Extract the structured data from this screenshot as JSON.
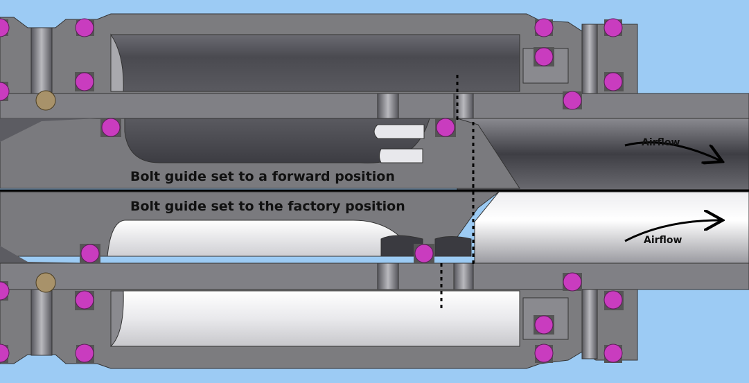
{
  "labels": {
    "forward": "Bolt guide set to a forward position",
    "factory": "Bolt guide set to the factory position",
    "airflow_top": "Airflow",
    "airflow_bottom": "Airflow"
  },
  "colors": {
    "background": "#9ccbf4",
    "body_gray": "#7c7c7f",
    "dark_gray": "#54545a",
    "chamber_dark": "#4a4a50",
    "chamber_light": "#f2f2f4",
    "oring": "#c93cbf",
    "brass": "#a8926a",
    "divider": "#000000"
  },
  "icons": [
    "oring-icon",
    "ball-detent-icon",
    "airflow-arrow-icon"
  ]
}
